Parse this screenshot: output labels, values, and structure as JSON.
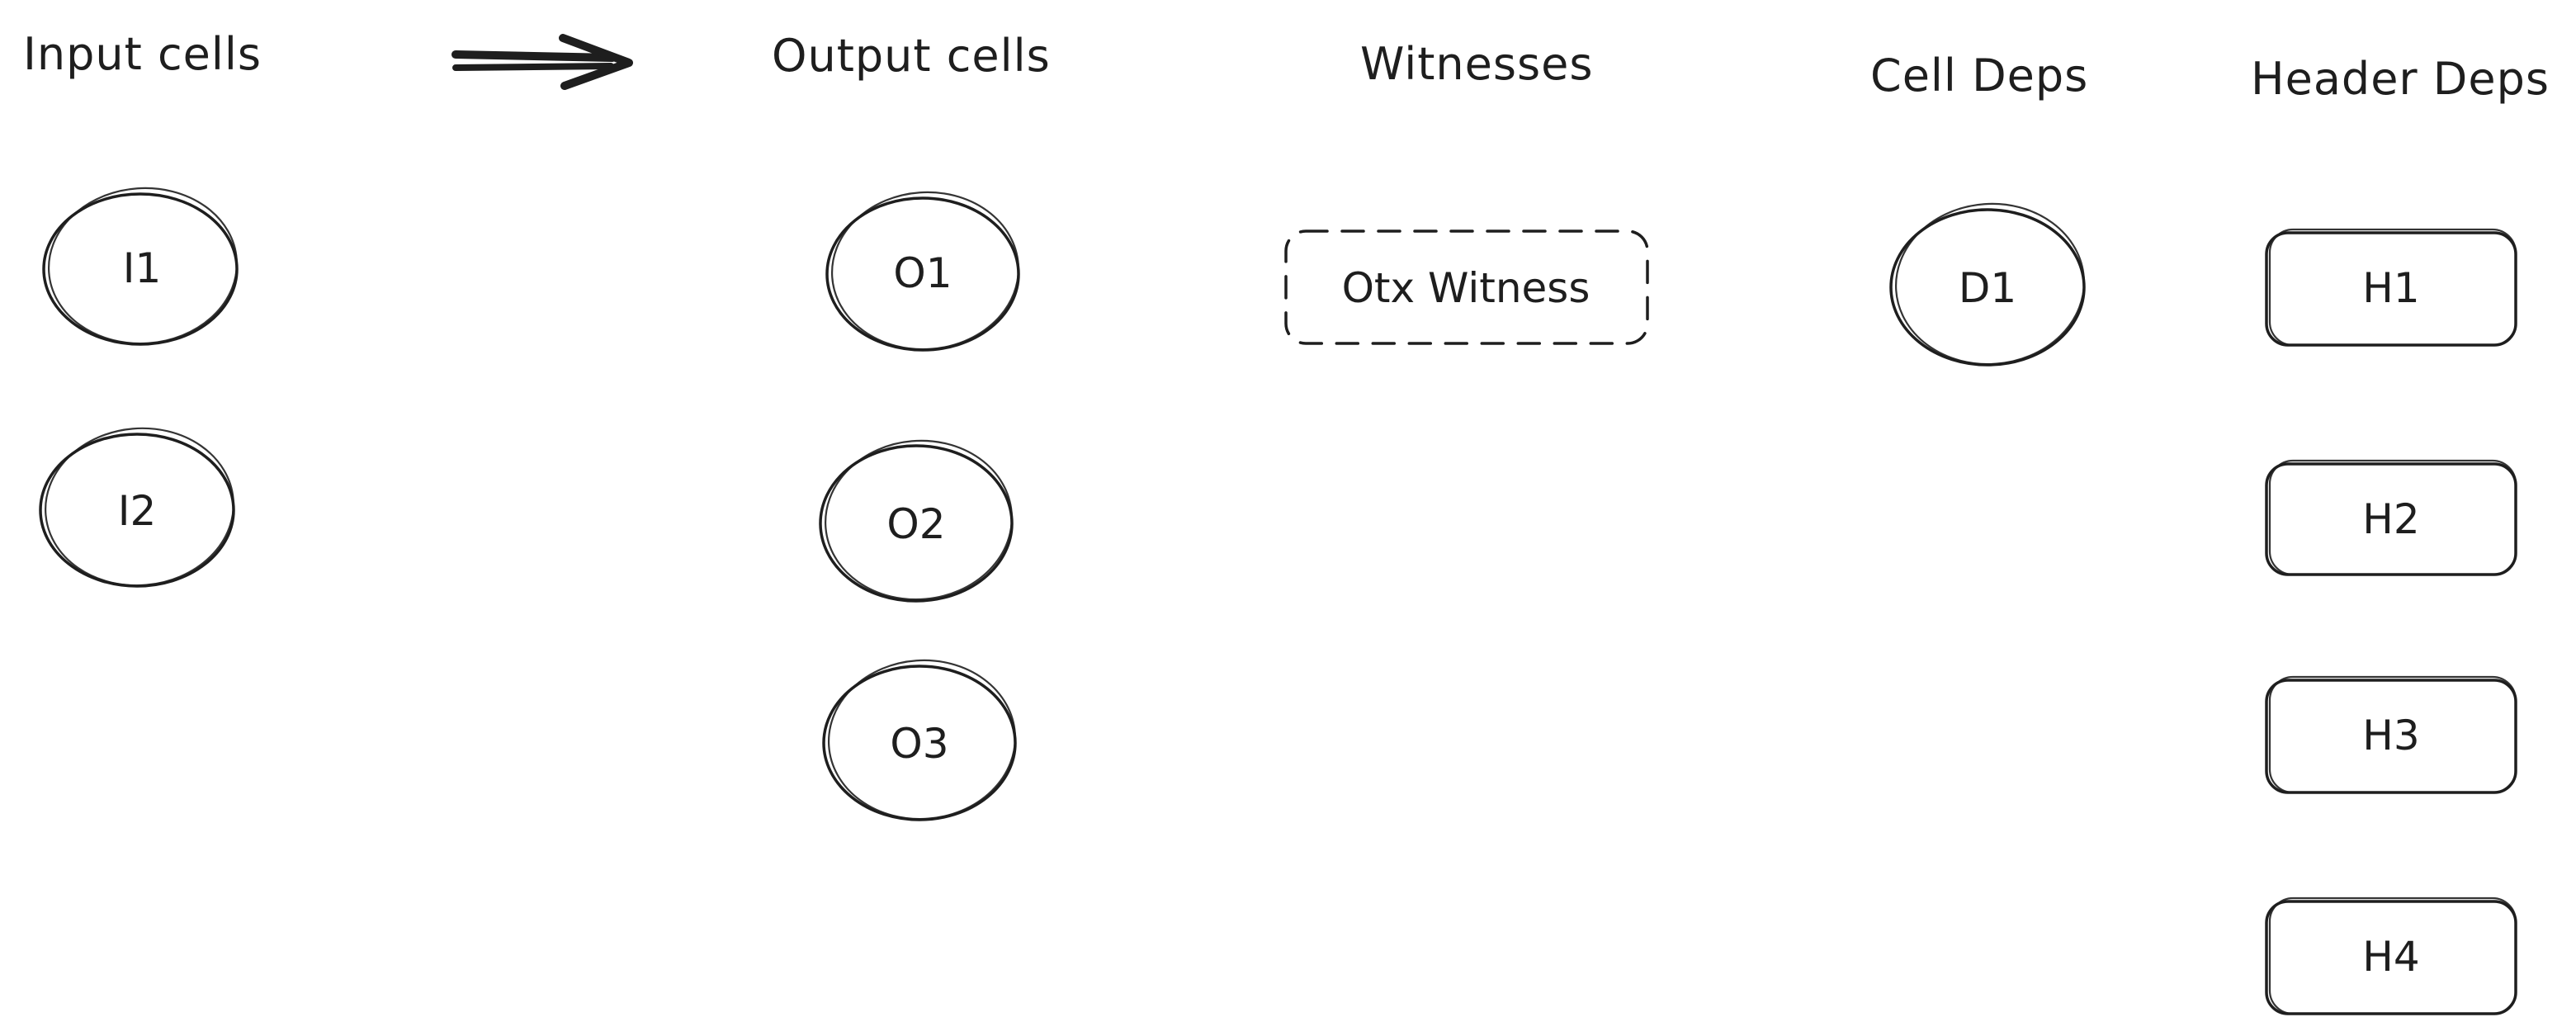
{
  "columns": {
    "inputs": {
      "title": "Input cells",
      "nodes": [
        "I1",
        "I2"
      ]
    },
    "outputs": {
      "title": "Output cells",
      "nodes": [
        "O1",
        "O2",
        "O3"
      ]
    },
    "witnesses": {
      "title": "Witnesses",
      "nodes": [
        "Otx Witness"
      ]
    },
    "cell_deps": {
      "title": "Cell Deps",
      "nodes": [
        "D1"
      ]
    },
    "header_deps": {
      "title": "Header Deps",
      "nodes": [
        "H1",
        "H2",
        "H3",
        "H4"
      ]
    }
  },
  "colors": {
    "stroke": "#1e1e1e",
    "background": "#ffffff"
  },
  "icons": {
    "flow": "arrow-right-icon"
  }
}
